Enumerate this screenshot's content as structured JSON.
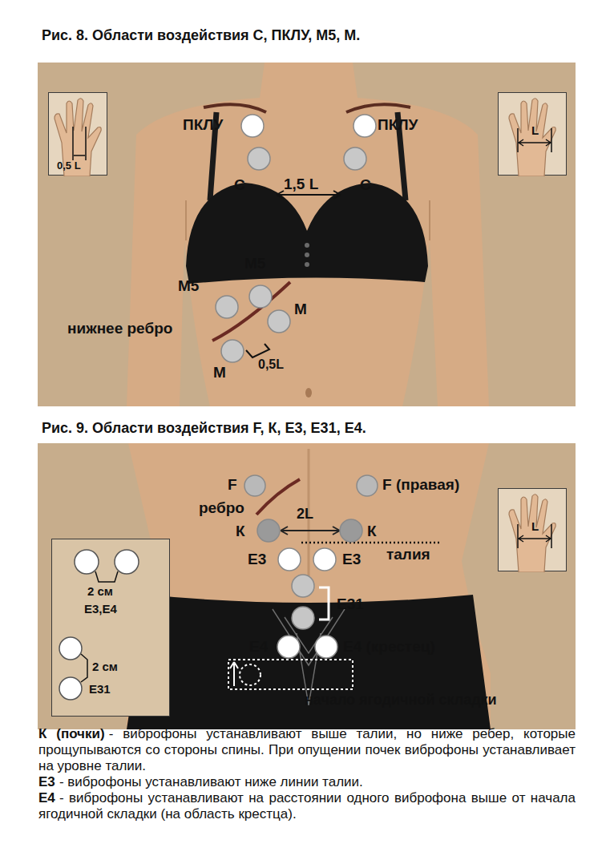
{
  "diagram": {
    "title": "Рис. 8. Области воздействия С, ПКЛУ, М5, М.",
    "nodes": [
      {
        "text": [
          "0,5 L"
        ]
      },
      {
        "text": [
          "L"
        ]
      },
      {
        "text": [
          "L"
        ]
      },
      {
        "text": [
          "2 см",
          "E3,E4",
          "2 см",
          "E31"
        ]
      }
    ],
    "labels": [
      "ПКЛУ",
      "ПКЛУ",
      "С",
      "С",
      "1,5 L",
      "М5",
      "М5",
      "М",
      "нижнее ребро",
      "М",
      "0,5L",
      "Рис. 9. Области воздействия F, К, E3, E31, E4.",
      "F",
      "F (правая)",
      "ребро",
      "2L",
      "К",
      "К",
      "талия",
      "E3",
      "E3",
      "E31",
      "E4",
      "E4 (крестец)",
      "начало ягодичной складки",
      "К (почки)",
      "- виброфоны устанавливают выше талии, но ниже ребер, которые прощупываются со стороны спины. При опущении почек виброфоны устанавливает на уровне талии.",
      "E3",
      "- виброфоны устанавливают ниже линии талии.",
      "E4",
      "- виброфоны устанавливают на расстоянии одного виброфона выше от начала ягодичной складки (на область крестца)."
    ]
  }
}
